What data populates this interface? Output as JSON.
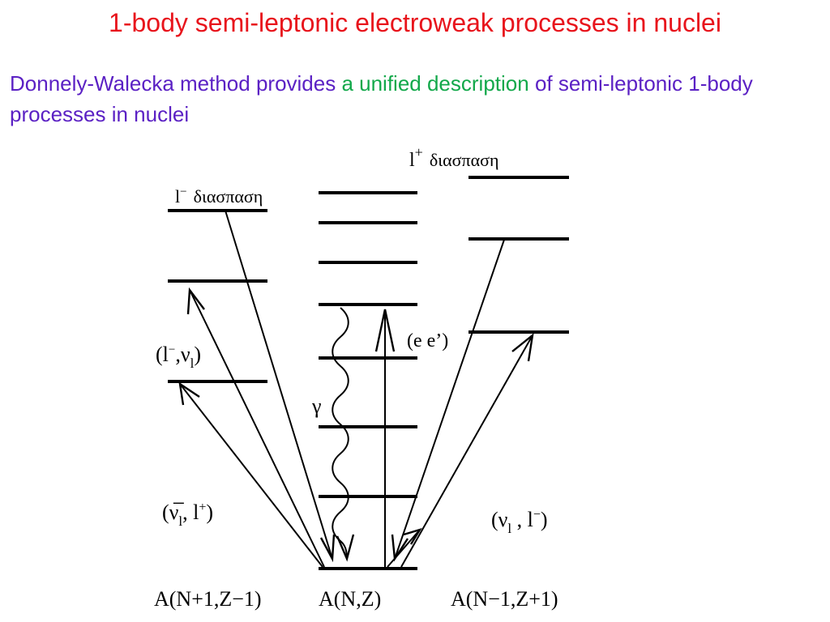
{
  "title": "1-body semi-leptonic electroweak processes in nuclei",
  "subtitle": {
    "part1": "Donnely-Walecka method provides ",
    "highlight": "a unified description",
    "part2": " of semi-leptonic 1-body processes in nuclei"
  },
  "colors": {
    "title": "#e8141c",
    "text": "#5b21c4",
    "highlight": "#12a84a"
  },
  "diagram": {
    "left_decay": {
      "lepton": "l",
      "sup": "−",
      "word": "διασπαση"
    },
    "right_decay": {
      "lepton": "l",
      "sup": "+",
      "word": "διασπαση"
    },
    "label_lminus_nu": {
      "open": "(l",
      "sup": "−",
      "mid": ",ν",
      "sub": "l",
      "close": ")"
    },
    "label_nubar_lplus": {
      "open": "(ν̅",
      "sub": "l",
      "mid": ", l",
      "sup": "+",
      "close": ")"
    },
    "label_nu_lminus": {
      "open": "(ν",
      "sub": "l",
      "mid": " , l",
      "sup": "−",
      "close": ")"
    },
    "label_ee": "(e e’)",
    "label_gamma": "γ",
    "nucleus_left": "A(N+1,Z−1)",
    "nucleus_center": "A(N,Z)",
    "nucleus_right": "A(N−1,Z+1)"
  }
}
